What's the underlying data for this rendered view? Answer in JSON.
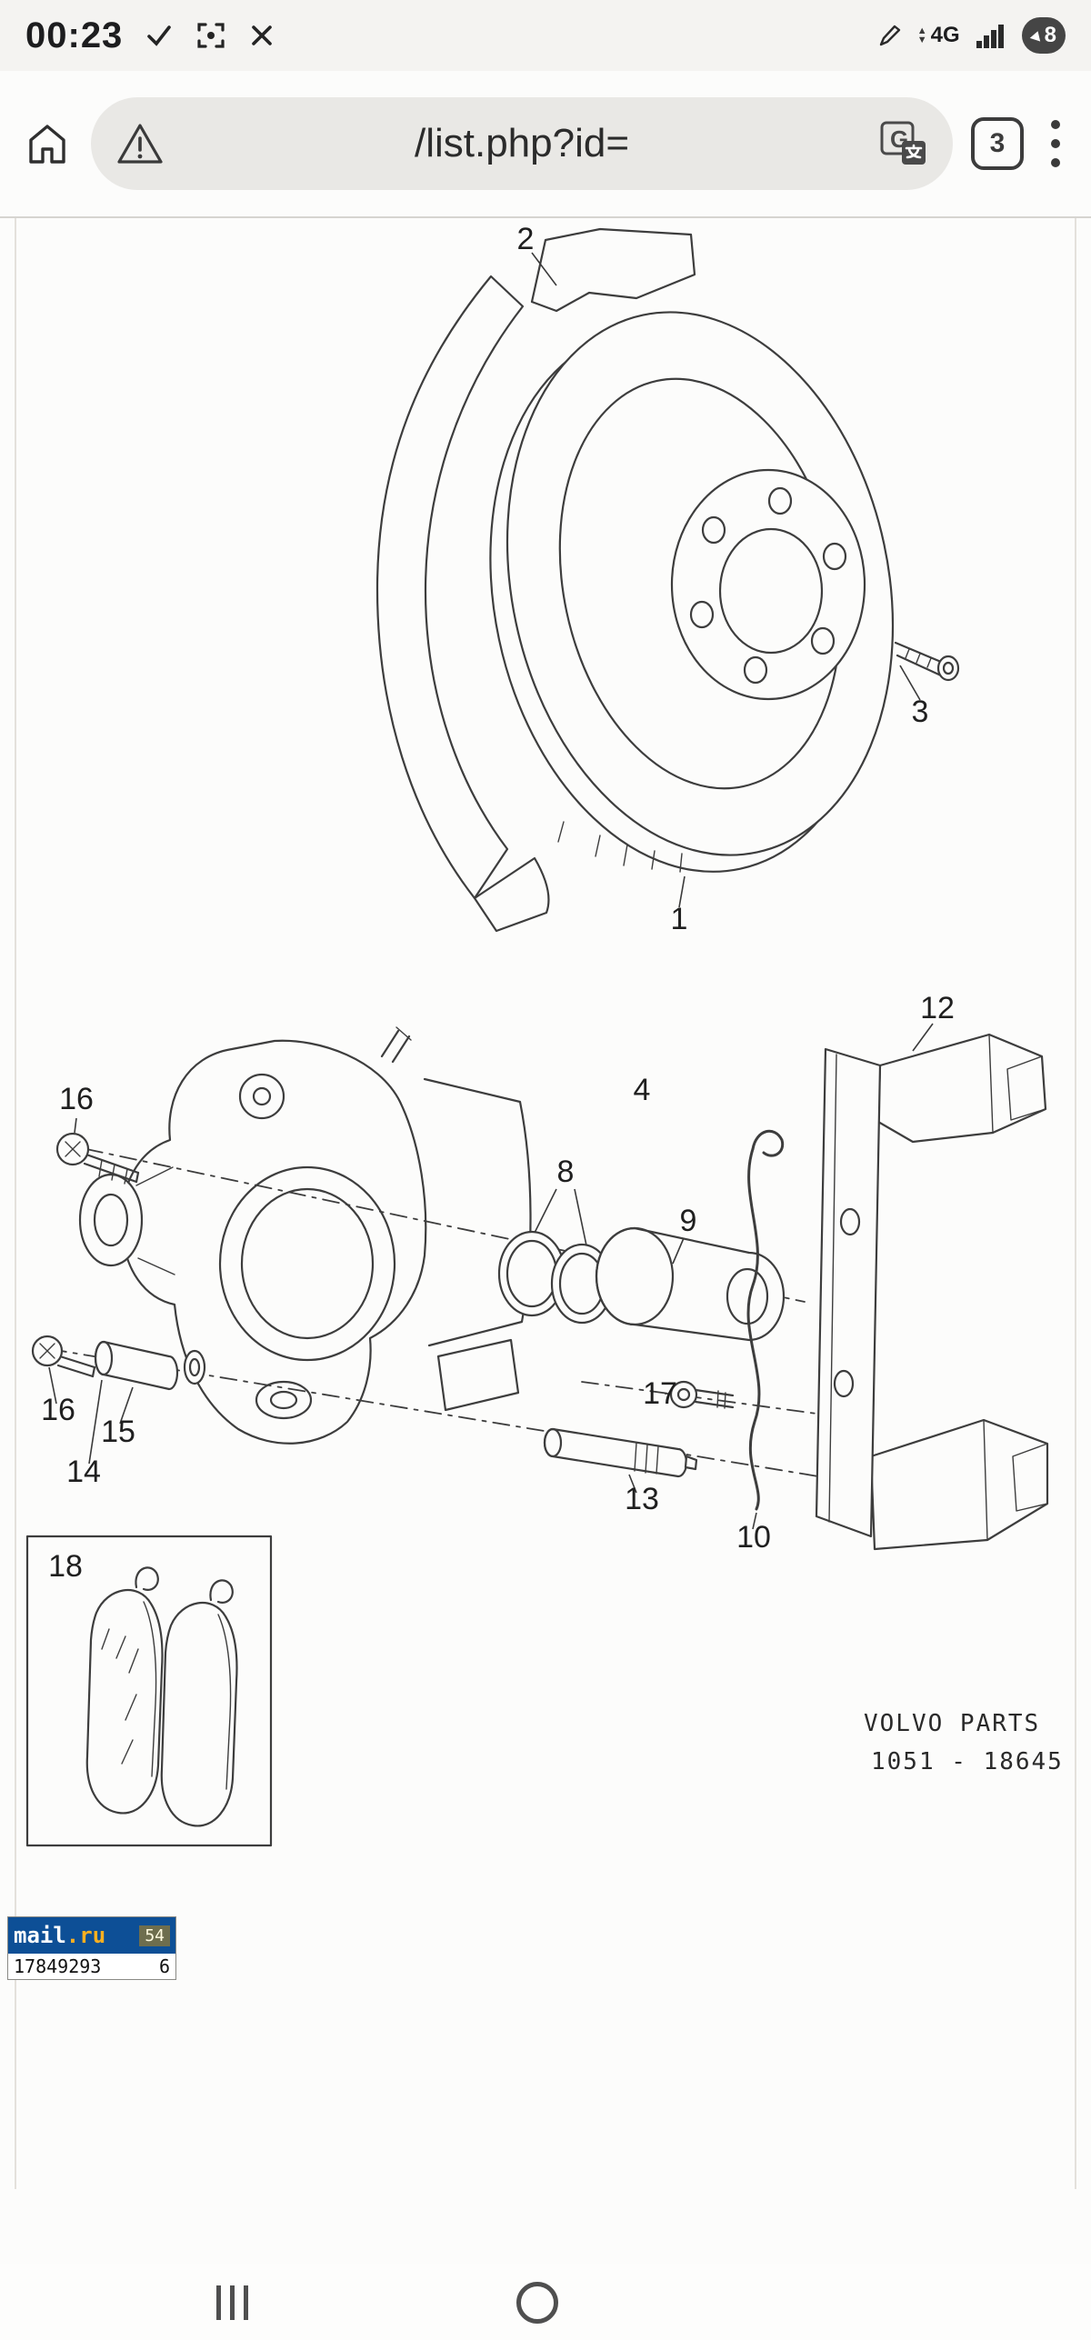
{
  "status_bar": {
    "time": "00:23",
    "network_label": "4G",
    "battery_level": "8"
  },
  "browser_bar": {
    "url": "/list.php?id=",
    "tab_count": "3",
    "translate_letter": "G"
  },
  "page": {
    "part_labels": {
      "p1": "1",
      "p2": "2",
      "p3": "3",
      "p4": "4",
      "p8": "8",
      "p9": "9",
      "p10": "10",
      "p12": "12",
      "p13": "13",
      "p14": "14",
      "p15": "15",
      "p16a": "16",
      "p16b": "16",
      "p17": "17",
      "p18": "18"
    },
    "brand_line1": "VOLVO PARTS",
    "brand_line2": "1051 - 18645"
  },
  "counter_badge": {
    "logo_main": "mail",
    "logo_suffix": ".ru",
    "top_value": "54",
    "hits": "17849293",
    "hosts": "6"
  }
}
